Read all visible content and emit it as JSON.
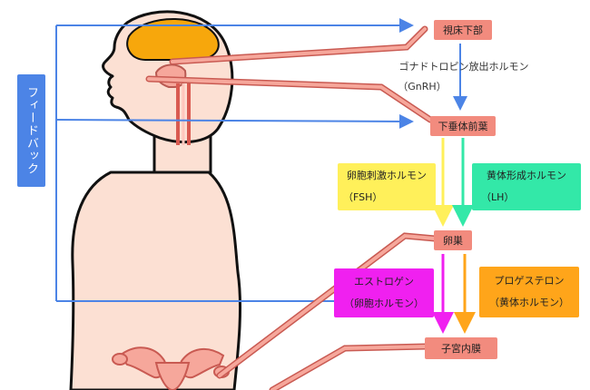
{
  "nodes": {
    "hypothalamus": "視床下部",
    "gnrh_line1": "ゴナドトロピン放出ホルモン",
    "gnrh_line2": "（GnRH）",
    "pituitary": "下垂体前葉",
    "fsh_line1": "卵胞刺激ホルモン",
    "fsh_line2": "（FSH）",
    "lh_line1": "黄体形成ホルモン",
    "lh_line2": "（LH）",
    "ovary": "卵巣",
    "estrogen_line1": "エストロゲン",
    "estrogen_line2": "（卵胞ホルモン）",
    "progesterone_line1": "プロゲステロン",
    "progesterone_line2": "（黄体ホルモン）",
    "endometrium": "子宮内膜"
  },
  "feedback_label": "フィードバック",
  "colors": {
    "feedback": "#4c84e6",
    "organ_box": "#f28b7e",
    "fsh": "#fff05a",
    "lh": "#33e8a8",
    "estrogen": "#f020f0",
    "progesterone": "#ffa51a",
    "skin": "#fce0d3",
    "brain": "#f7a70c"
  }
}
